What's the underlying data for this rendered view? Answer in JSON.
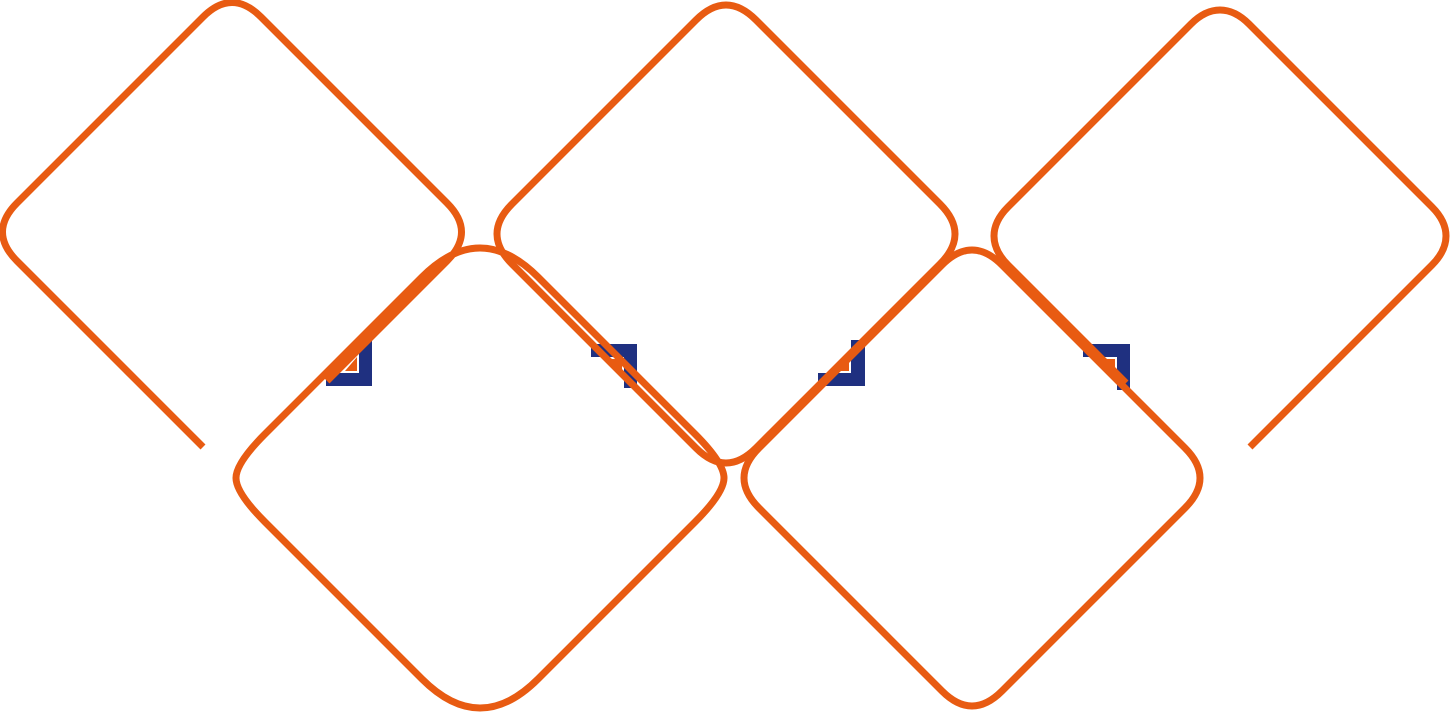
{
  "diagram": {
    "colors": {
      "background": "#ffffff",
      "outline": "#E85B12",
      "connector": "#1F3080"
    },
    "shapes": [
      {
        "name": "diamond-1",
        "row": "top"
      },
      {
        "name": "diamond-2",
        "row": "bottom"
      },
      {
        "name": "diamond-3",
        "row": "top"
      },
      {
        "name": "diamond-4",
        "row": "bottom"
      },
      {
        "name": "diamond-5",
        "row": "top"
      }
    ],
    "connectors": [
      {
        "name": "connector-1",
        "between": [
          "diamond-1",
          "diamond-2"
        ]
      },
      {
        "name": "connector-2",
        "between": [
          "diamond-2",
          "diamond-3"
        ]
      },
      {
        "name": "connector-3",
        "between": [
          "diamond-3",
          "diamond-4"
        ]
      },
      {
        "name": "connector-4",
        "between": [
          "diamond-4",
          "diamond-5"
        ]
      }
    ]
  }
}
